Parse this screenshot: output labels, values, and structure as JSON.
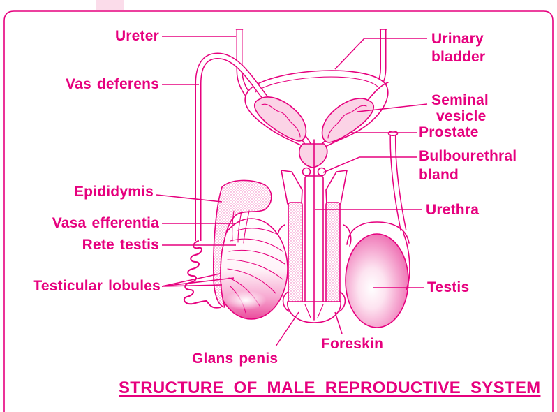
{
  "colors": {
    "accent": "#e6007e",
    "light_fill": "#fbd3e6"
  },
  "diagram": {
    "title": "STRUCTURE OF MALE REPRODUCTIVE SYSTEM",
    "labels": {
      "ureter": "Ureter",
      "vas_deferens": "Vas deferens",
      "epididymis": "Epididymis",
      "vasa_efferentia": "Vasa efferentia",
      "rete_testis": "Rete testis",
      "testicular_lobules": "Testicular lobules",
      "glans_penis": "Glans penis",
      "foreskin": "Foreskin",
      "urinary_bladder": [
        "Urinary",
        "bladder"
      ],
      "seminal_vesicle": [
        "Seminal",
        "vesicle"
      ],
      "prostate": "Prostate",
      "bulbourethral_gland": [
        "Bulbourethral",
        "bland"
      ],
      "urethra": "Urethra",
      "testis": "Testis"
    }
  }
}
